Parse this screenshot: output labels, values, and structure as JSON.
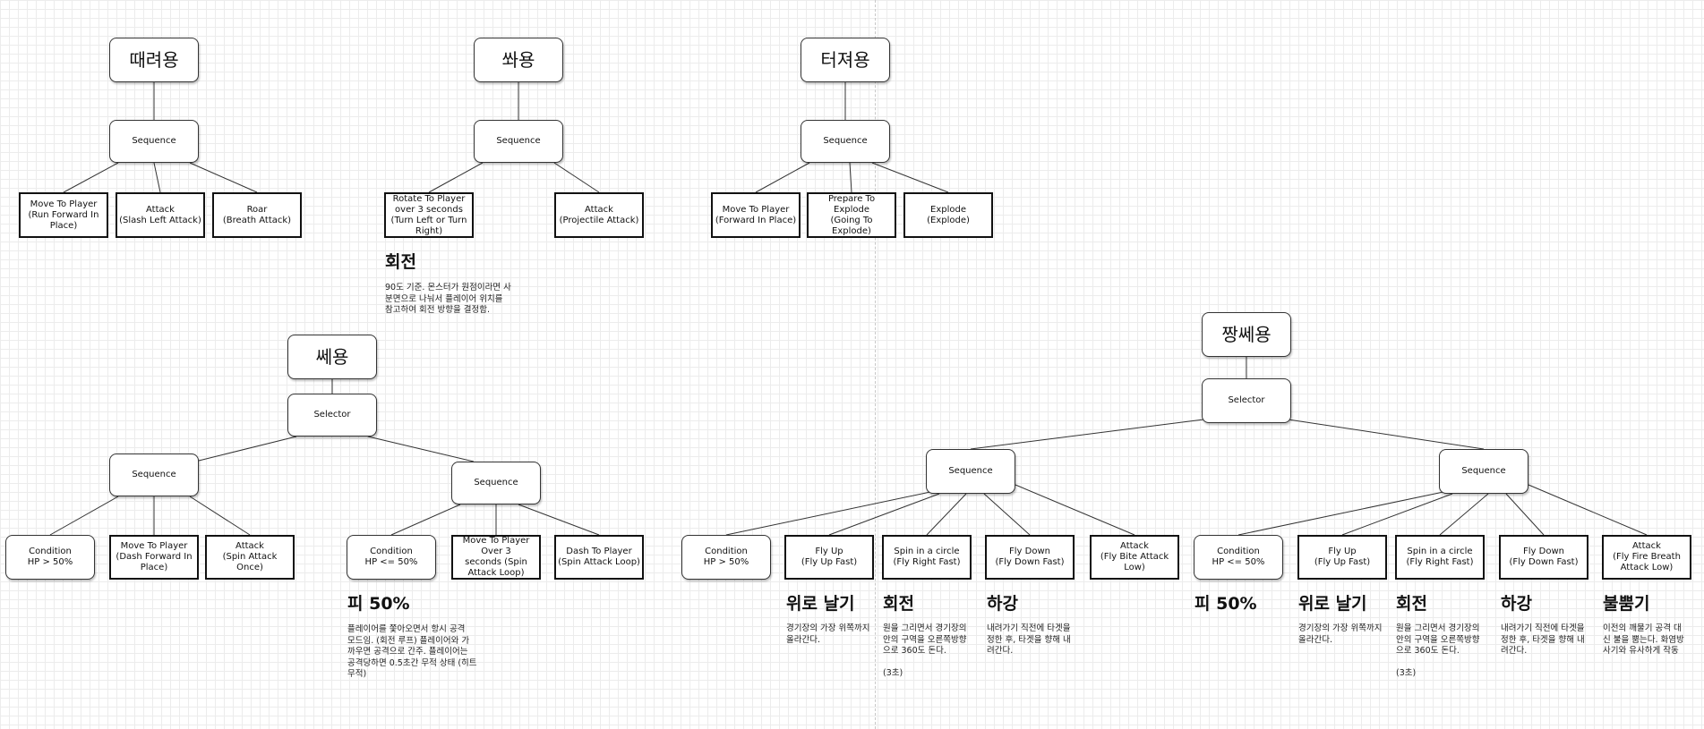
{
  "nodes": {
    "t1_root": "때려용",
    "t1_seq": "Sequence",
    "t1_a": "Move To Player\n(Run Forward In\nPlace)",
    "t1_b": "Attack\n(Slash Left Attack)",
    "t1_c": "Roar\n(Breath Attack)",
    "t2_root": "쏴용",
    "t2_seq": "Sequence",
    "t2_a": "Rotate To Player\nover 3 seconds\n(Turn Left or Turn\nRight)",
    "t2_b": "Attack\n(Projectile Attack)",
    "t3_root": "터져용",
    "t3_seq": "Sequence",
    "t3_a": "Move To Player\n(Forward In Place)",
    "t3_b": "Prepare To Explode\n(Going To Explode)",
    "t3_c": "Explode\n(Explode)",
    "t4_root": "쎄용",
    "t4_sel": "Selector",
    "t4_seq1": "Sequence",
    "t4_seq2": "Sequence",
    "t4_c1": "Condition\nHP > 50%",
    "t4_a1": "Move To Player\n(Dash Forward In\nPlace)",
    "t4_a2": "Attack\n(Spin Attack Once)",
    "t4_c2": "Condition\nHP <= 50%",
    "t4_a3": "Move To Player\nOver 3\nseconds (Spin\nAttack Loop)",
    "t4_a4": "Dash To Player\n(Spin Attack Loop)",
    "t5_root": "짱쎄용",
    "t5_sel": "Selector",
    "t5_seq1": "Sequence",
    "t5_seq2": "Sequence",
    "t5_c1": "Condition\nHP > 50%",
    "t5_a1": "Fly Up\n(Fly Up Fast)",
    "t5_a2": "Spin in a circle\n(Fly Right Fast)",
    "t5_a3": "Fly Down\n(Fly Down Fast)",
    "t5_a4": "Attack\n(Fly Bite Attack\nLow)",
    "t5_c2": "Condition\nHP <= 50%",
    "t5_a5": "Fly Up\n(Fly Up Fast)",
    "t5_a6": "Spin in a circle\n(Fly Right Fast)",
    "t5_a7": "Fly Down\n(Fly Down Fast)",
    "t5_a8": "Attack\n(Fly Fire Breath\nAttack Low)"
  },
  "notes": {
    "n_rotate": {
      "title": "회전",
      "body": "90도 기준. 몬스터가 원점이라면 사\n분면으로 나눠서 플레이어 위치를\n참고하여 회전 방향을 결정함."
    },
    "n_hp": {
      "title": "피 50%",
      "body": "플레이어를 쫓아오면서 항시 공격\n모드임. (회전 루프) 플레이어와 가\n까우면 공격으로 간주. 플레이어는\n공격당하면 0.5초간 무적 상태 (히트\n무적)"
    },
    "n_up1": {
      "title": "위로 날기",
      "body": "경기장의 가장 위쪽까지\n올라간다."
    },
    "n_spin1": {
      "title": "회전",
      "body": "원을 그리면서 경기장의\n안의 구역을 오른쪽방향\n으로 360도 돈다.\n\n(3초)"
    },
    "n_down1": {
      "title": "하강",
      "body": "내려가기 직전에 타겟을\n정한 후, 타겟을 향해 내\n려간다."
    },
    "n_hp2": {
      "title": "피 50%",
      "body": ""
    },
    "n_up2": {
      "title": "위로 날기",
      "body": "경기장의 가장 위쪽까지\n올라간다."
    },
    "n_spin2": {
      "title": "회전",
      "body": "원을 그리면서 경기장의\n안의 구역을 오른쪽방향\n으로 360도 돈다.\n\n(3초)"
    },
    "n_down2": {
      "title": "하강",
      "body": "내려가기 직전에 타겟을\n정한 후, 타겟을 향해 내\n려간다."
    },
    "n_fire": {
      "title": "불뿜기",
      "body": "이전의 깨물기 공격 대\n신 불을 뿜는다. 화염방\n사기와 유사하게 작동"
    }
  }
}
